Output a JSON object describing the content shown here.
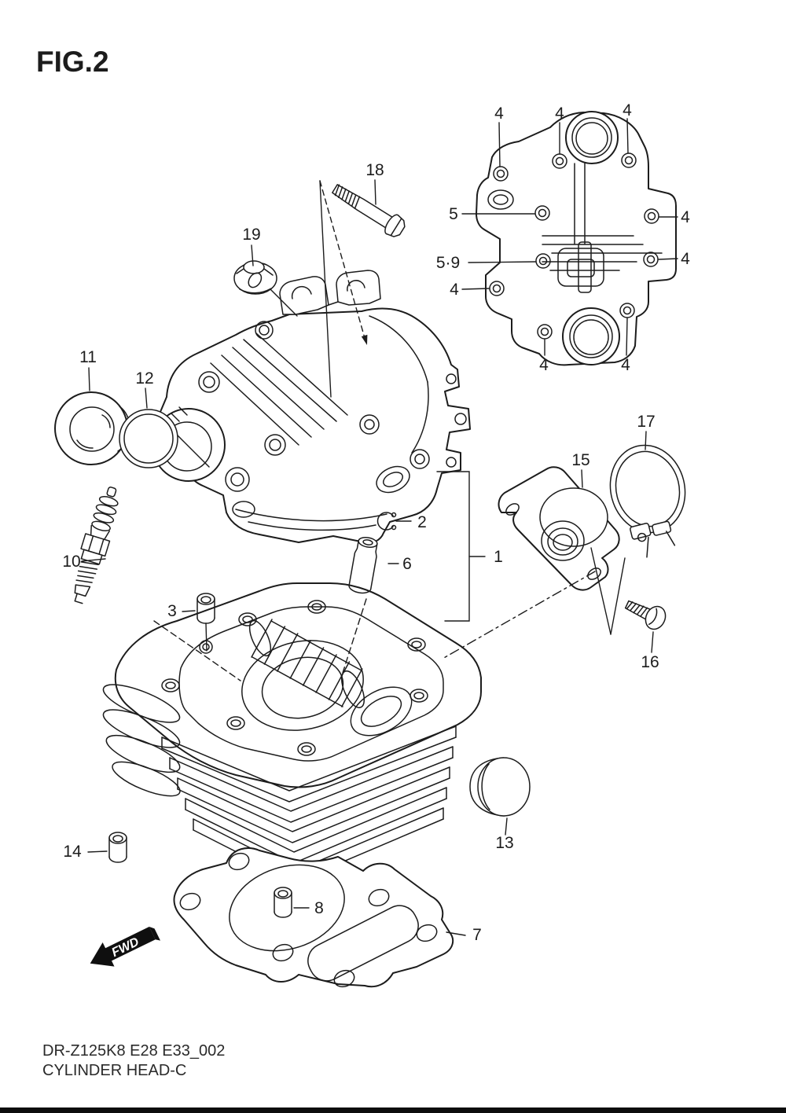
{
  "page": {
    "background": "#ffffff",
    "line_color": "#1c1c1c"
  },
  "header": {
    "figure_label": "FIG.2"
  },
  "diagram": {
    "fwd_marker": {
      "label": "FWD"
    },
    "callouts": [
      {
        "label": "18"
      },
      {
        "label": "4"
      },
      {
        "label": "4"
      },
      {
        "label": "4"
      },
      {
        "label": "5"
      },
      {
        "label": "4"
      },
      {
        "label": "19"
      },
      {
        "label": "5·9"
      },
      {
        "label": "4"
      },
      {
        "label": "4"
      },
      {
        "label": "11"
      },
      {
        "label": "4"
      },
      {
        "label": "4"
      },
      {
        "label": "12"
      },
      {
        "label": "17"
      },
      {
        "label": "15"
      },
      {
        "label": "2"
      },
      {
        "label": "1"
      },
      {
        "label": "10"
      },
      {
        "label": "6"
      },
      {
        "label": "3"
      },
      {
        "label": "16"
      },
      {
        "label": "13"
      },
      {
        "label": "14"
      },
      {
        "label": "8"
      },
      {
        "label": "7"
      }
    ]
  },
  "footer": {
    "model_code": "DR-Z125K8 E28 E33_002",
    "title": "CYLINDER HEAD-C"
  }
}
